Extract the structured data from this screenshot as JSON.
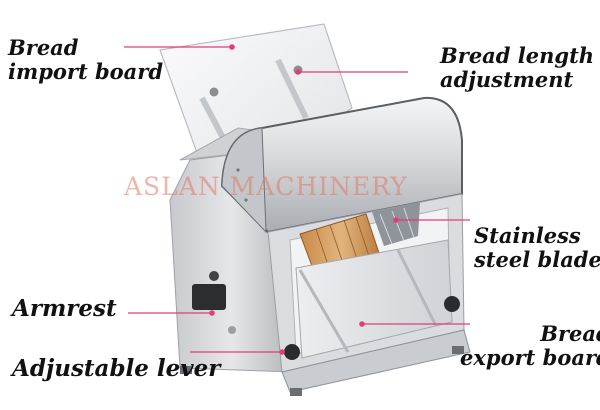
{
  "labels": {
    "bread_import_board": [
      "Bread",
      "import board"
    ],
    "bread_length_adjustment": [
      "Bread length",
      "adjustment"
    ],
    "stainless_steel_blade": [
      "Stainless",
      "steel blade"
    ],
    "armrest": "Armrest",
    "adjustable_lever": "Adjustable lever",
    "bread_export_board": [
      "Bread",
      "export board"
    ]
  },
  "watermark": "ASLAN MACHINERY",
  "colors": {
    "leader_line": "#e23c7a",
    "marker": "#e23c7a",
    "watermark": "#e27860",
    "steel_light": "#e9eaec",
    "steel_mid": "#bfc2c6",
    "steel_dark": "#7d8186",
    "bread": "#d9a76a"
  }
}
